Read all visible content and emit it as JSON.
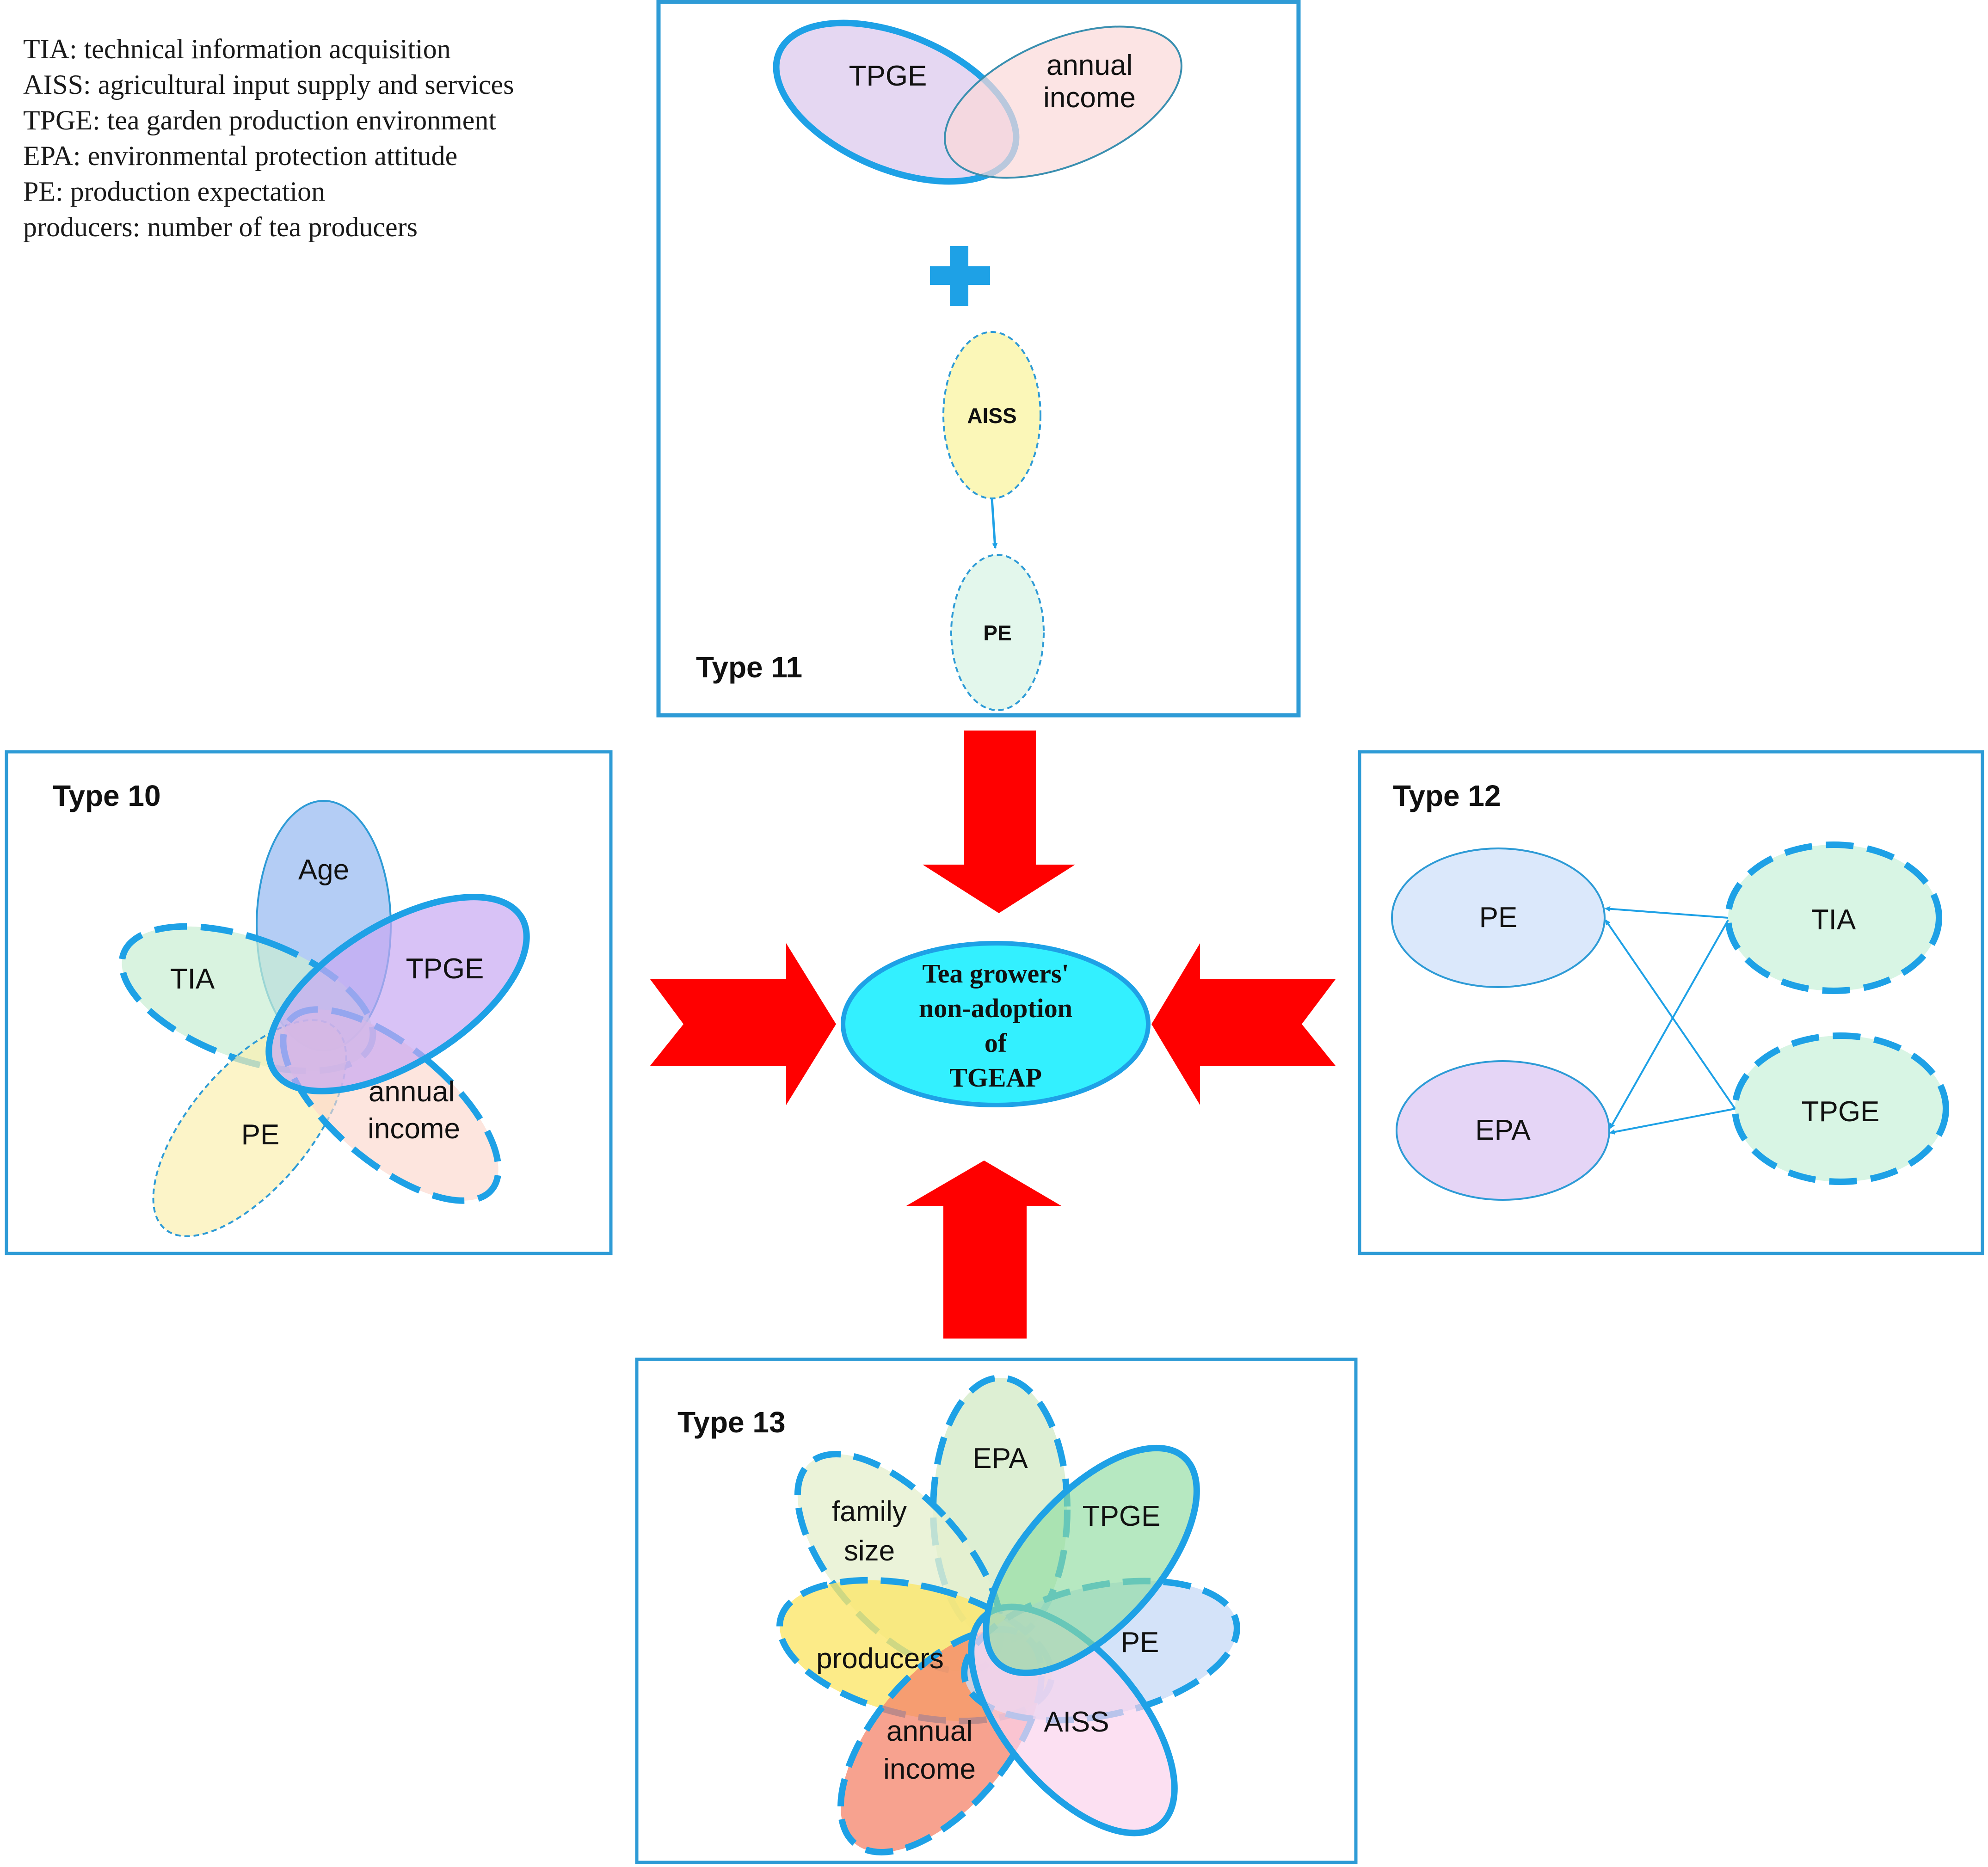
{
  "legend": [
    "TIA: technical information acquisition",
    "AISS: agricultural input supply and services",
    "TPGE: tea garden production environment",
    "EPA: environmental protection attitude",
    "PE: production expectation",
    "producers: number of tea producers"
  ],
  "center": {
    "lines": [
      "Tea growers'",
      "non-adoption",
      "of",
      "TGEAP"
    ]
  },
  "type11": {
    "title": "Type 11",
    "tpge": "TPGE",
    "annual_income": [
      "annual",
      "income"
    ],
    "aiss": "AISS",
    "pe": "PE"
  },
  "type10": {
    "title": "Type 10",
    "age": "Age",
    "tia": "TIA",
    "tpge": "TPGE",
    "annual_income": [
      "annual",
      "income"
    ],
    "pe": "PE"
  },
  "type12": {
    "title": "Type 12",
    "pe": "PE",
    "epa": "EPA",
    "tia": "TIA",
    "tpge": "TPGE"
  },
  "type13": {
    "title": "Type 13",
    "epa": "EPA",
    "tpge": "TPGE",
    "family_size": [
      "family",
      "size"
    ],
    "pe": "PE",
    "producers": "producers",
    "aiss": "AISS",
    "annual_income": [
      "annual",
      "income"
    ]
  },
  "colors": {
    "frame": "#2e9bd6",
    "arrow": "#ff0000",
    "center_fill": "#33f0ff",
    "outline": "#1ea1e6"
  }
}
